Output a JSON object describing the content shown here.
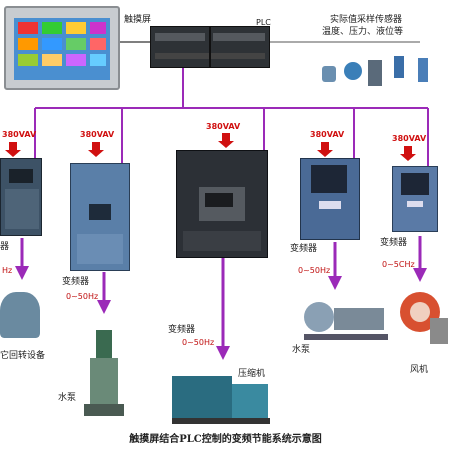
{
  "labels": {
    "touchscreen": "触摸屏",
    "plc": "PLC",
    "sensors_line1": "实际值采样传感器",
    "sensors_line2": "温度、压力、液位等"
  },
  "power": {
    "p1": "380VAV",
    "p2": "380VAV",
    "p3": "380VAV",
    "p4": "380VAV",
    "p5": "380VAV"
  },
  "inverter_label": {
    "i1": "器",
    "i2": "变频器",
    "i3": "变频器",
    "i4": "变频器",
    "i5": "变频器"
  },
  "freq": {
    "f1": "Hz",
    "f2": "0~50Hz",
    "f3": "0~50Hz",
    "f4": "0~50Hz",
    "f5": "0~5CHz"
  },
  "loads": {
    "l1": "它回转设备",
    "l2": "水泵",
    "l3": "压缩机",
    "l4": "水泵",
    "l5": "风机"
  },
  "caption": "触摸屏结合PLC控制的变频节能系统示意图",
  "colors": {
    "bus": "#9b2ab8",
    "arrow": "#d01010",
    "inverter_blue": "#5a7fa8",
    "inverter_dark": "#2c3036"
  }
}
